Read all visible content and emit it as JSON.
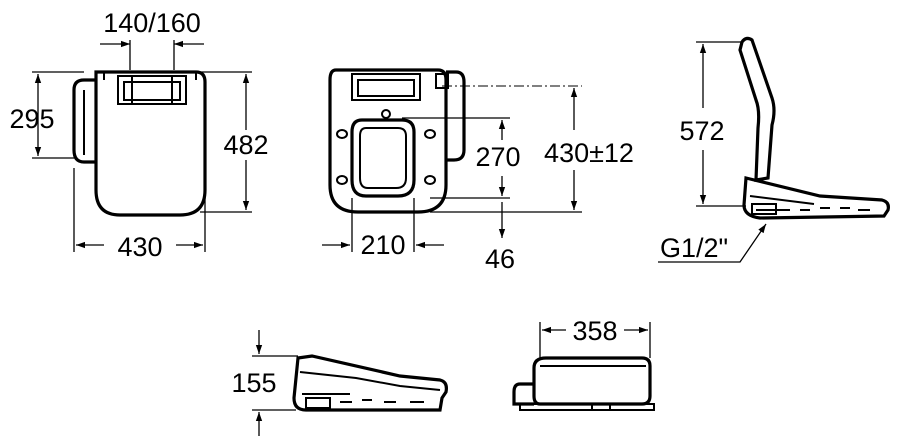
{
  "labels": {
    "bolt_spacing": "140/160",
    "depth_total": "482",
    "depth_to_fixing": "295",
    "width_total": "430",
    "seat_ring_length": "270",
    "depth_adjust": "430±12",
    "inner_width": "210",
    "offset": "46",
    "height_lid_open": "572",
    "water_inlet": "G1/2\"",
    "height_closed": "155",
    "width_body": "358"
  },
  "colors": {
    "line": "#000000",
    "background": "#ffffff"
  }
}
